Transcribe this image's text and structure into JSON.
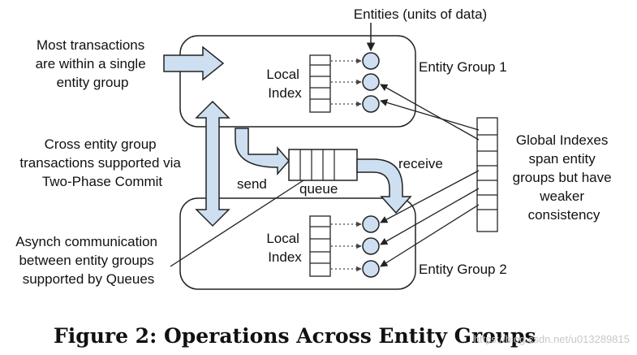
{
  "labels": {
    "entities": "Entities (units of data)",
    "most_tx": [
      "Most transactions",
      "are within a single",
      "entity group"
    ],
    "cross_tx": [
      "Cross entity group",
      "transactions supported via",
      "Two-Phase Commit"
    ],
    "asynch": [
      "Asynch communication",
      "between entity groups",
      "supported by Queues"
    ],
    "global": [
      "Global Indexes",
      "span entity",
      "groups but have",
      "weaker",
      "consistency"
    ],
    "group1": "Entity Group 1",
    "group2": "Entity Group 2",
    "local_index_top": [
      "Local",
      "Index"
    ],
    "local_index_bottom": [
      "Local",
      "Index"
    ],
    "send": "send",
    "receive": "receive",
    "queue": "queue"
  },
  "caption": "Figure 2: Operations Across Entity Groups",
  "watermark": "https://blog.csdn.net/u013289815",
  "colors": {
    "arrow_fill": "#cddff0",
    "stroke": "#222222",
    "text": "#111111"
  }
}
